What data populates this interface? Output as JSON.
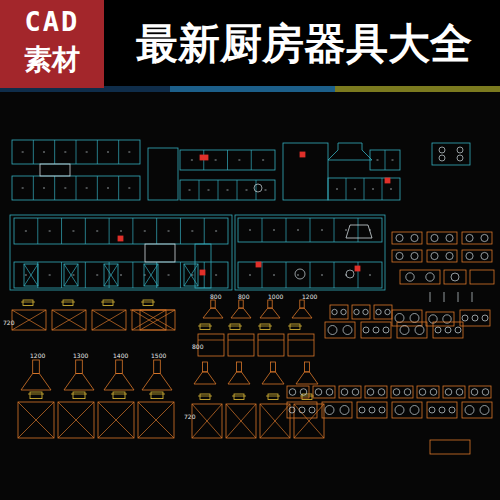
{
  "diagram": {
    "title": "最新厨房器具大全",
    "nodes": [
      {
        "text": [
          "CAD",
          "素材"
        ]
      }
    ],
    "labels": [
      "800",
      "800",
      "1000",
      "1200",
      "720",
      "800",
      "1200",
      "1300",
      "1400",
      "1500",
      "720"
    ]
  }
}
